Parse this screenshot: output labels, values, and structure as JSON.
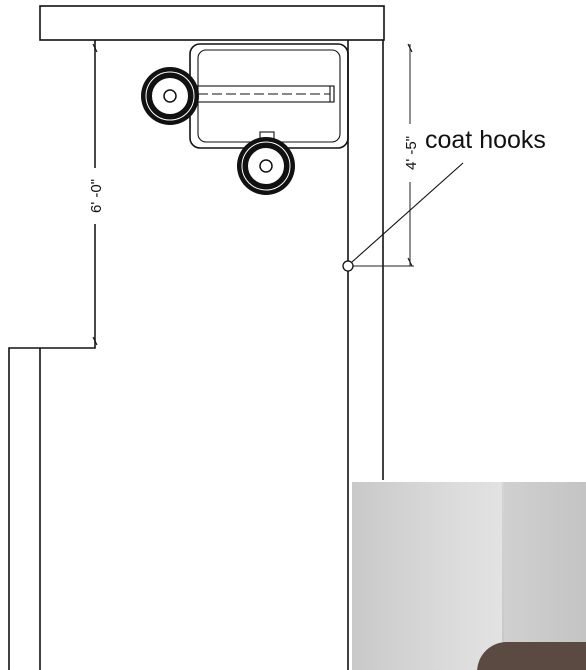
{
  "plan": {
    "dimension_left": "6' -0\"",
    "dimension_right": "4' -5\"",
    "callout_label": "coat hooks"
  },
  "photo_inset": {
    "subject": "room-corner-photo"
  }
}
